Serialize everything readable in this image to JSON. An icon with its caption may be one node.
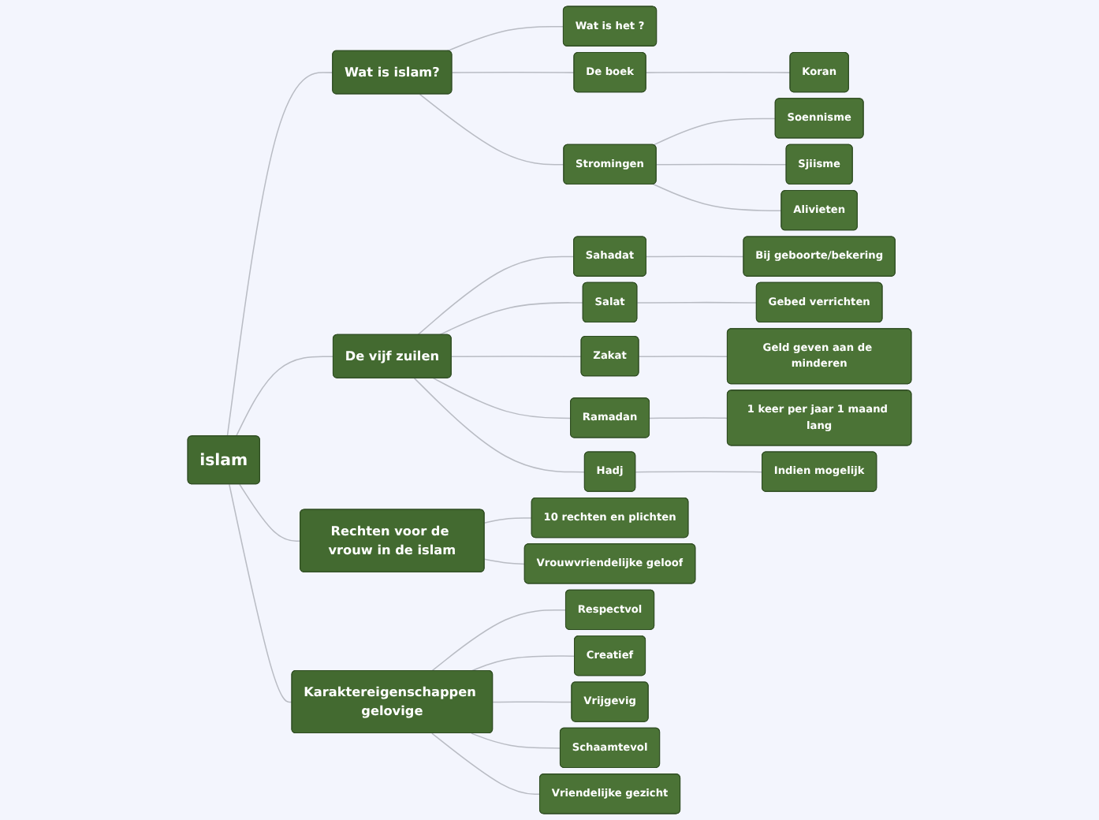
{
  "diagram": {
    "nodes": [
      {
        "text": [
          "islam"
        ]
      },
      {
        "text": [
          "Wat is islam?"
        ]
      },
      {
        "text": [
          "Wat is het ?"
        ]
      },
      {
        "text": [
          "De boek"
        ]
      },
      {
        "text": [
          "Koran"
        ]
      },
      {
        "text": [
          "Stromingen"
        ]
      },
      {
        "text": [
          "Soennisme"
        ]
      },
      {
        "text": [
          "Sjiisme"
        ]
      },
      {
        "text": [
          "Alivieten"
        ]
      },
      {
        "text": [
          "De vijf zuilen"
        ]
      },
      {
        "text": [
          "Sahadat"
        ]
      },
      {
        "text": [
          "Bij geboorte/bekering"
        ]
      },
      {
        "text": [
          "Salat"
        ]
      },
      {
        "text": [
          "Gebed verrichten"
        ]
      },
      {
        "text": [
          "Zakat"
        ]
      },
      {
        "text": [
          "Geld geven aan de minderen"
        ]
      },
      {
        "text": [
          "Ramadan"
        ]
      },
      {
        "text": [
          "1 keer per jaar 1 maand lang"
        ]
      },
      {
        "text": [
          "Hadj"
        ]
      },
      {
        "text": [
          "Indien mogelijk"
        ]
      },
      {
        "text": [
          "Rechten voor de vrouw in de islam"
        ]
      },
      {
        "text": [
          "10 rechten en plichten"
        ]
      },
      {
        "text": [
          "Vrouwvriendelijke geloof"
        ]
      },
      {
        "text": [
          "Karaktereigenschappen gelovige"
        ]
      },
      {
        "text": [
          "Respectvol"
        ]
      },
      {
        "text": [
          "Creatief"
        ]
      },
      {
        "text": [
          "Vrijgevig"
        ]
      },
      {
        "text": [
          "Schaamtevol"
        ]
      },
      {
        "text": [
          "Vriendelijke gezicht"
        ]
      }
    ],
    "edges": [
      {
        "from": 0,
        "to": 1,
        "arrow": "none"
      },
      {
        "from": 1,
        "to": 2,
        "arrow": "none"
      },
      {
        "from": 1,
        "to": 3,
        "arrow": "none"
      },
      {
        "from": 3,
        "to": 4,
        "arrow": "none"
      },
      {
        "from": 1,
        "to": 5,
        "arrow": "none"
      },
      {
        "from": 5,
        "to": 6,
        "arrow": "none"
      },
      {
        "from": 5,
        "to": 7,
        "arrow": "none"
      },
      {
        "from": 5,
        "to": 8,
        "arrow": "none"
      },
      {
        "from": 0,
        "to": 9,
        "arrow": "none"
      },
      {
        "from": 9,
        "to": 10,
        "arrow": "none"
      },
      {
        "from": 10,
        "to": 11,
        "arrow": "none"
      },
      {
        "from": 9,
        "to": 12,
        "arrow": "none"
      },
      {
        "from": 12,
        "to": 13,
        "arrow": "none"
      },
      {
        "from": 9,
        "to": 14,
        "arrow": "none"
      },
      {
        "from": 14,
        "to": 15,
        "arrow": "none"
      },
      {
        "from": 9,
        "to": 16,
        "arrow": "none"
      },
      {
        "from": 16,
        "to": 17,
        "arrow": "none"
      },
      {
        "from": 9,
        "to": 18,
        "arrow": "none"
      },
      {
        "from": 18,
        "to": 19,
        "arrow": "none"
      },
      {
        "from": 0,
        "to": 20,
        "arrow": "none"
      },
      {
        "from": 20,
        "to": 21,
        "arrow": "none"
      },
      {
        "from": 20,
        "to": 22,
        "arrow": "none"
      },
      {
        "from": 0,
        "to": 23,
        "arrow": "none"
      },
      {
        "from": 23,
        "to": 24,
        "arrow": "none"
      },
      {
        "from": 23,
        "to": 25,
        "arrow": "none"
      },
      {
        "from": 23,
        "to": 26,
        "arrow": "none"
      },
      {
        "from": 23,
        "to": 27,
        "arrow": "none"
      },
      {
        "from": 23,
        "to": 28,
        "arrow": "none"
      }
    ]
  }
}
